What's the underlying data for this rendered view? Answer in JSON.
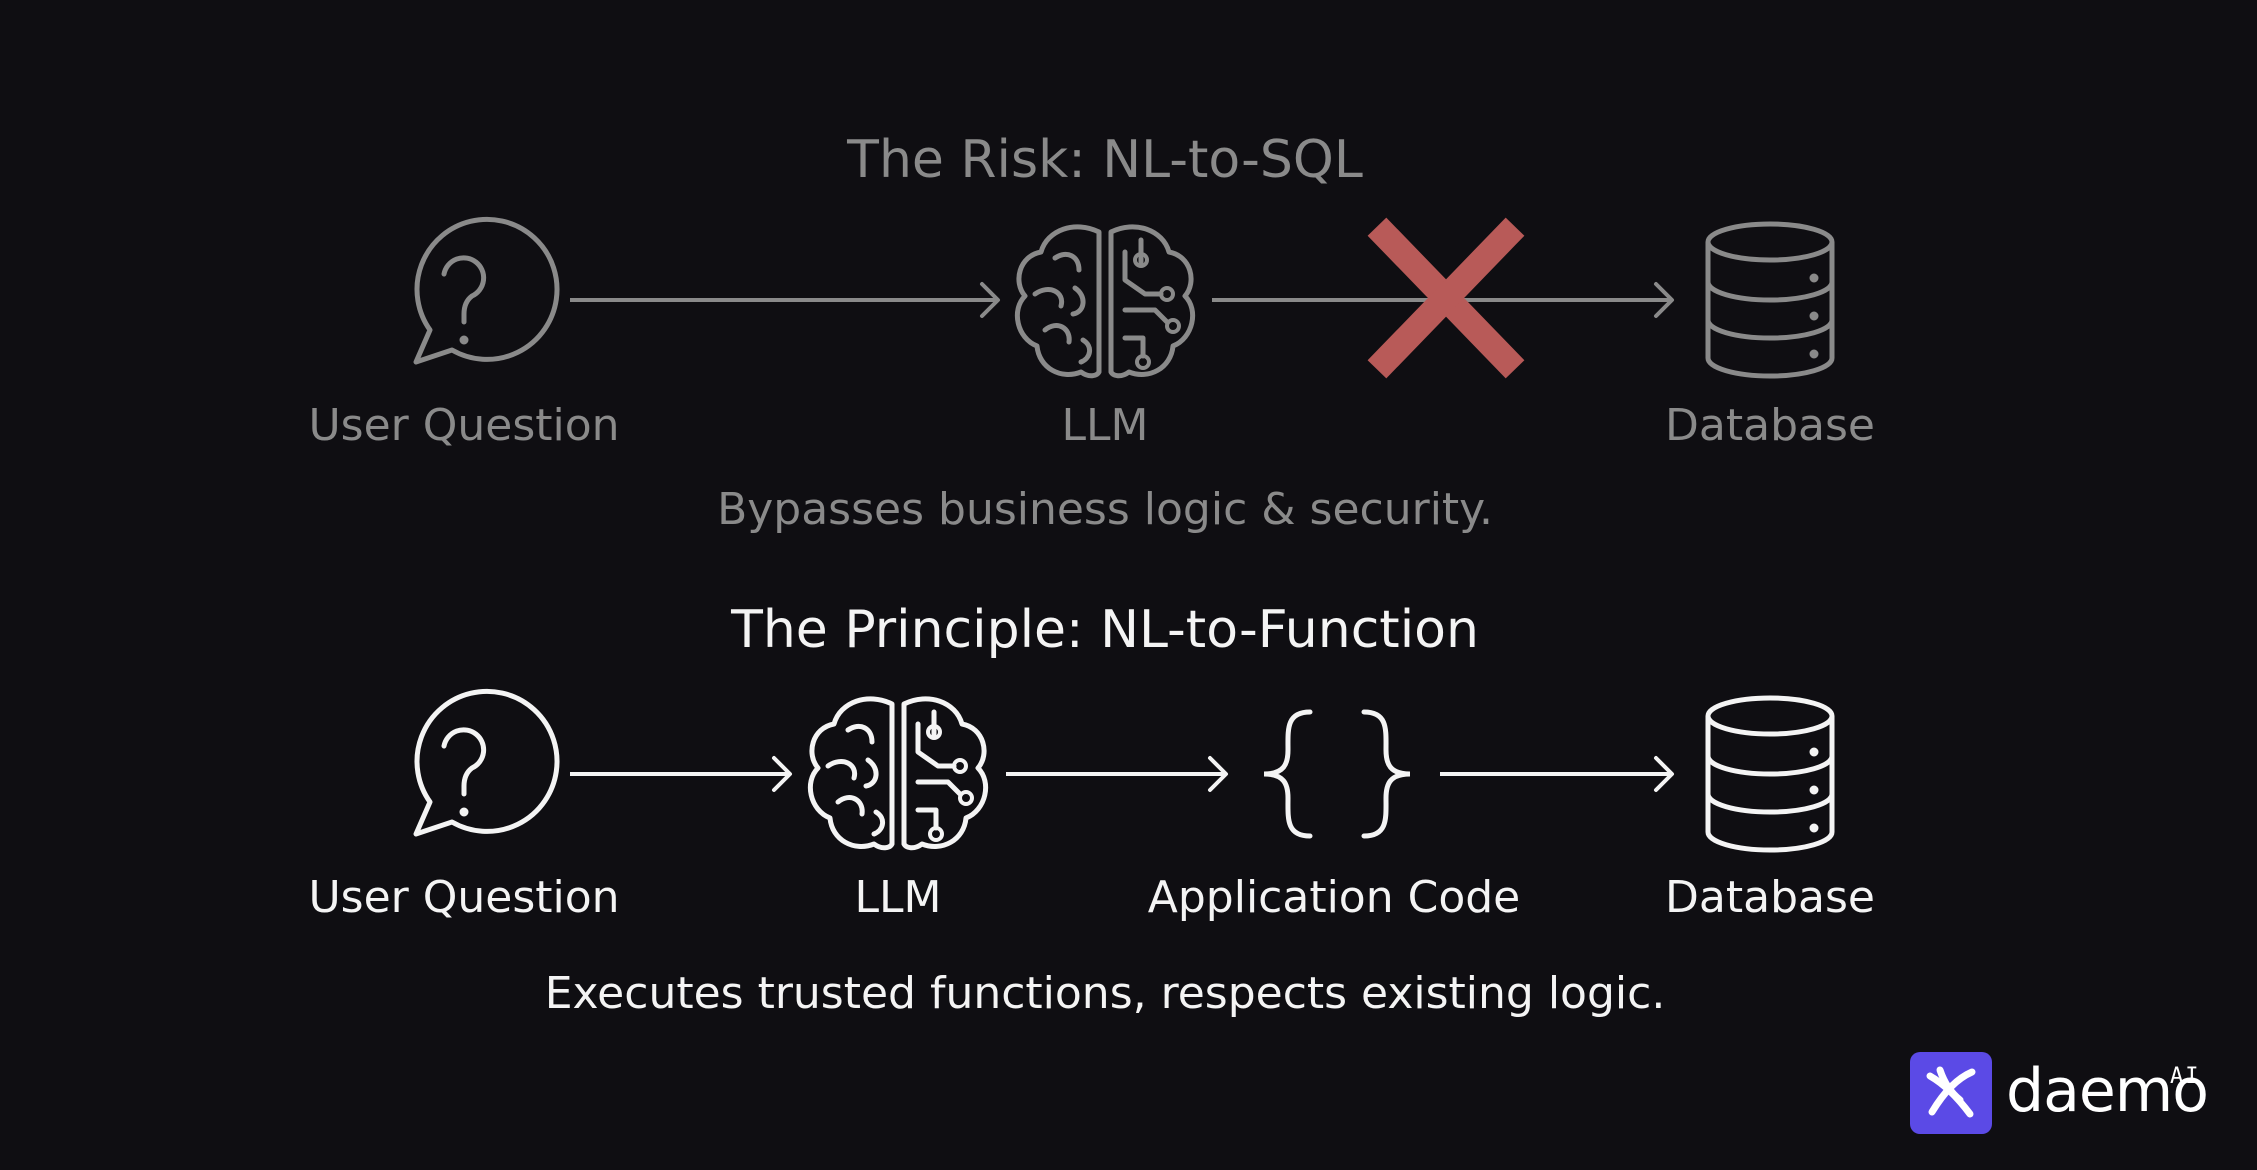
{
  "risk": {
    "title": "The Risk: NL-to-SQL",
    "nodes": [
      "User Question",
      "LLM",
      "Database"
    ],
    "note": "Bypasses business logic & security."
  },
  "principle": {
    "title": "The Principle: NL-to-Function",
    "nodes": [
      "User Question",
      "LLM",
      "Application Code",
      "Database"
    ],
    "note": "Executes trusted functions, respects existing logic."
  },
  "brand": {
    "name": "daemo",
    "suffix": "AI"
  },
  "colors": {
    "dim": "#8a8a8a",
    "bright": "#f4f4f4",
    "cross": "#b85a58",
    "logo": "#5b4ae6",
    "background": "#0f0e12"
  },
  "icons": [
    "question-bubble-icon",
    "brain-circuit-icon",
    "arrow-icon",
    "cross-icon",
    "database-icon",
    "curly-braces-icon",
    "logo-icon"
  ]
}
